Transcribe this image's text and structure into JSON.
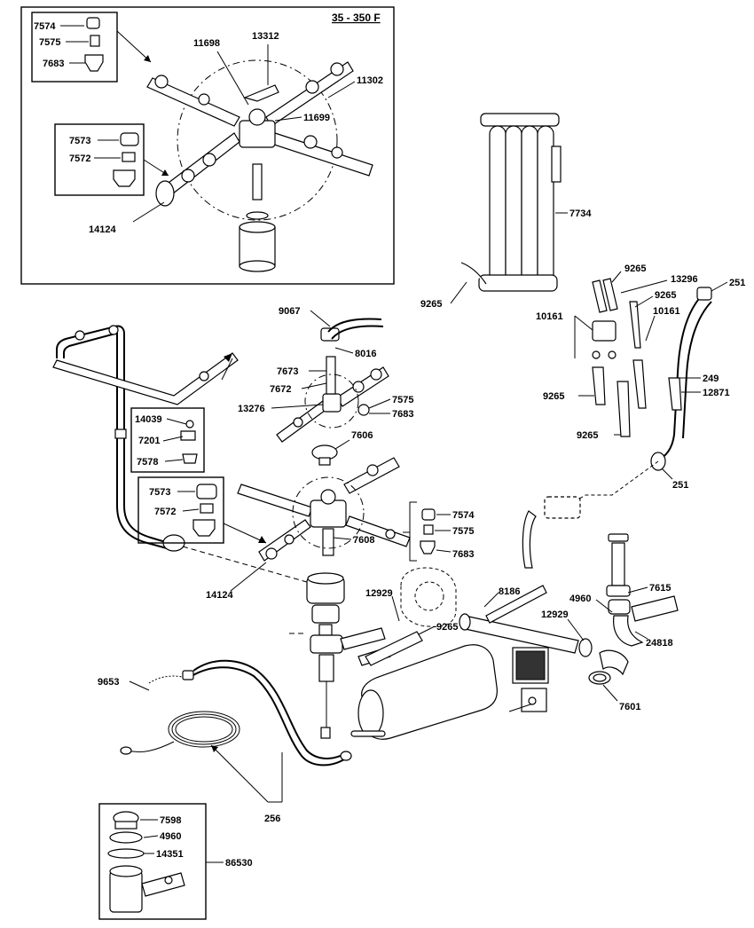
{
  "title": "35 - 350 F",
  "labels": {
    "l7574a": "7574",
    "l7575a": "7575",
    "l7683a": "7683",
    "l11698": "11698",
    "l13312": "13312",
    "l11302": "11302",
    "l11699": "11699",
    "l7573a": "7573",
    "l7572a": "7572",
    "l14124a": "14124",
    "l7734": "7734",
    "l9265a": "9265",
    "l9265b": "9265",
    "l13296": "13296",
    "l251a": "251",
    "l10161a": "10161",
    "l9265c": "9265",
    "l10161b": "10161",
    "l249": "249",
    "l12871": "12871",
    "l9265d": "9265",
    "l9265e": "9265",
    "l251b": "251",
    "l9067": "9067",
    "l8016": "8016",
    "l7673": "7673",
    "l7672": "7672",
    "l13276": "13276",
    "l7575b": "7575",
    "l7683b": "7683",
    "l14039": "14039",
    "l7201": "7201",
    "l7578": "7578",
    "l7606": "7606",
    "l7573b": "7573",
    "l7572b": "7572",
    "l7574b": "7574",
    "l7575c": "7575",
    "l7608": "7608",
    "l7683c": "7683",
    "l14124b": "14124",
    "l12929a": "12929",
    "l9265f": "9265",
    "l8186": "8186",
    "l4960a": "4960",
    "l7615": "7615",
    "l12929b": "12929",
    "l24818": "24818",
    "l7601": "7601",
    "l9653": "9653",
    "l256": "256",
    "l7598": "7598",
    "l4960b": "4960",
    "l14351": "14351",
    "l86530": "86530"
  }
}
